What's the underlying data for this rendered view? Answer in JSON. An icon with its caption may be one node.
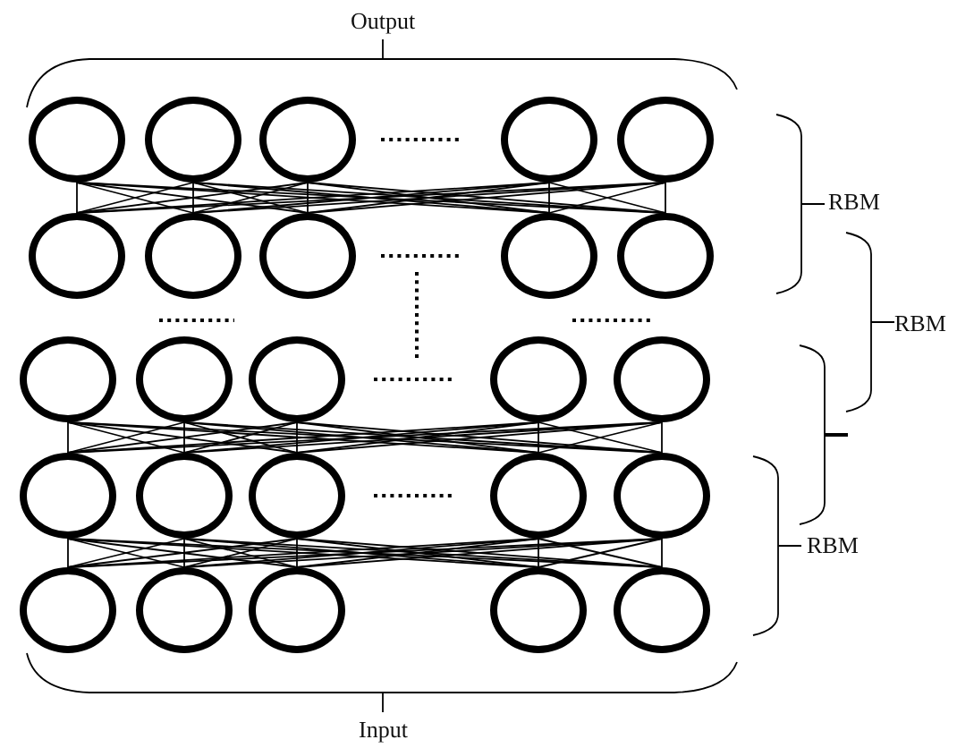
{
  "diagram": {
    "nodes": [
      {
        "text": [],
        "shape": "circle"
      },
      {
        "text": [],
        "shape": "circle"
      },
      {
        "text": [],
        "shape": "circle"
      },
      {
        "text": [],
        "shape": "circle"
      },
      {
        "text": [],
        "shape": "circle"
      },
      {
        "text": [],
        "shape": "circle"
      },
      {
        "text": [],
        "shape": "circle"
      },
      {
        "text": [],
        "shape": "circle"
      },
      {
        "text": [],
        "shape": "circle"
      },
      {
        "text": [],
        "shape": "circle"
      },
      {
        "text": [],
        "shape": "circle"
      },
      {
        "text": [],
        "shape": "circle"
      },
      {
        "text": [],
        "shape": "circle"
      },
      {
        "text": [],
        "shape": "circle"
      },
      {
        "text": [],
        "shape": "circle"
      },
      {
        "text": [],
        "shape": "circle"
      },
      {
        "text": [],
        "shape": "circle"
      },
      {
        "text": [],
        "shape": "circle"
      },
      {
        "text": [],
        "shape": "circle"
      },
      {
        "text": [],
        "shape": "circle"
      },
      {
        "text": [],
        "shape": "circle"
      },
      {
        "text": [],
        "shape": "circle"
      },
      {
        "text": [],
        "shape": "circle"
      },
      {
        "text": [],
        "shape": "circle"
      },
      {
        "text": [],
        "shape": "circle"
      }
    ],
    "edges": [
      {
        "from": 0,
        "to": 5,
        "arrow": "none"
      },
      {
        "from": 0,
        "to": 6,
        "arrow": "none"
      },
      {
        "from": 0,
        "to": 7,
        "arrow": "none"
      },
      {
        "from": 0,
        "to": 8,
        "arrow": "none"
      },
      {
        "from": 0,
        "to": 9,
        "arrow": "none"
      },
      {
        "from": 1,
        "to": 5,
        "arrow": "none"
      },
      {
        "from": 1,
        "to": 6,
        "arrow": "none"
      },
      {
        "from": 1,
        "to": 7,
        "arrow": "none"
      },
      {
        "from": 1,
        "to": 8,
        "arrow": "none"
      },
      {
        "from": 1,
        "to": 9,
        "arrow": "none"
      },
      {
        "from": 2,
        "to": 5,
        "arrow": "none"
      },
      {
        "from": 2,
        "to": 6,
        "arrow": "none"
      },
      {
        "from": 2,
        "to": 7,
        "arrow": "none"
      },
      {
        "from": 2,
        "to": 8,
        "arrow": "none"
      },
      {
        "from": 2,
        "to": 9,
        "arrow": "none"
      },
      {
        "from": 3,
        "to": 5,
        "arrow": "none"
      },
      {
        "from": 3,
        "to": 6,
        "arrow": "none"
      },
      {
        "from": 3,
        "to": 7,
        "arrow": "none"
      },
      {
        "from": 3,
        "to": 8,
        "arrow": "none"
      },
      {
        "from": 3,
        "to": 9,
        "arrow": "none"
      },
      {
        "from": 4,
        "to": 5,
        "arrow": "none"
      },
      {
        "from": 4,
        "to": 6,
        "arrow": "none"
      },
      {
        "from": 4,
        "to": 7,
        "arrow": "none"
      },
      {
        "from": 4,
        "to": 8,
        "arrow": "none"
      },
      {
        "from": 4,
        "to": 9,
        "arrow": "none"
      },
      {
        "from": 10,
        "to": 15,
        "arrow": "none"
      },
      {
        "from": 10,
        "to": 16,
        "arrow": "none"
      },
      {
        "from": 10,
        "to": 17,
        "arrow": "none"
      },
      {
        "from": 10,
        "to": 18,
        "arrow": "none"
      },
      {
        "from": 10,
        "to": 19,
        "arrow": "none"
      },
      {
        "from": 11,
        "to": 15,
        "arrow": "none"
      },
      {
        "from": 11,
        "to": 16,
        "arrow": "none"
      },
      {
        "from": 11,
        "to": 17,
        "arrow": "none"
      },
      {
        "from": 11,
        "to": 18,
        "arrow": "none"
      },
      {
        "from": 11,
        "to": 19,
        "arrow": "none"
      },
      {
        "from": 12,
        "to": 15,
        "arrow": "none"
      },
      {
        "from": 12,
        "to": 16,
        "arrow": "none"
      },
      {
        "from": 12,
        "to": 17,
        "arrow": "none"
      },
      {
        "from": 12,
        "to": 18,
        "arrow": "none"
      },
      {
        "from": 12,
        "to": 19,
        "arrow": "none"
      },
      {
        "from": 13,
        "to": 15,
        "arrow": "none"
      },
      {
        "from": 13,
        "to": 16,
        "arrow": "none"
      },
      {
        "from": 13,
        "to": 17,
        "arrow": "none"
      },
      {
        "from": 13,
        "to": 18,
        "arrow": "none"
      },
      {
        "from": 13,
        "to": 19,
        "arrow": "none"
      },
      {
        "from": 14,
        "to": 15,
        "arrow": "none"
      },
      {
        "from": 14,
        "to": 16,
        "arrow": "none"
      },
      {
        "from": 14,
        "to": 17,
        "arrow": "none"
      },
      {
        "from": 14,
        "to": 18,
        "arrow": "none"
      },
      {
        "from": 14,
        "to": 19,
        "arrow": "none"
      },
      {
        "from": 15,
        "to": 20,
        "arrow": "none"
      },
      {
        "from": 15,
        "to": 21,
        "arrow": "none"
      },
      {
        "from": 15,
        "to": 22,
        "arrow": "none"
      },
      {
        "from": 15,
        "to": 23,
        "arrow": "none"
      },
      {
        "from": 15,
        "to": 24,
        "arrow": "none"
      },
      {
        "from": 16,
        "to": 20,
        "arrow": "none"
      },
      {
        "from": 16,
        "to": 21,
        "arrow": "none"
      },
      {
        "from": 16,
        "to": 22,
        "arrow": "none"
      },
      {
        "from": 16,
        "to": 23,
        "arrow": "none"
      },
      {
        "from": 16,
        "to": 24,
        "arrow": "none"
      },
      {
        "from": 17,
        "to": 20,
        "arrow": "none"
      },
      {
        "from": 17,
        "to": 21,
        "arrow": "none"
      },
      {
        "from": 17,
        "to": 22,
        "arrow": "none"
      },
      {
        "from": 17,
        "to": 23,
        "arrow": "none"
      },
      {
        "from": 17,
        "to": 24,
        "arrow": "none"
      },
      {
        "from": 18,
        "to": 20,
        "arrow": "none"
      },
      {
        "from": 18,
        "to": 21,
        "arrow": "none"
      },
      {
        "from": 18,
        "to": 22,
        "arrow": "none"
      },
      {
        "from": 18,
        "to": 23,
        "arrow": "none"
      },
      {
        "from": 18,
        "to": 24,
        "arrow": "none"
      },
      {
        "from": 19,
        "to": 20,
        "arrow": "none"
      },
      {
        "from": 19,
        "to": 21,
        "arrow": "none"
      },
      {
        "from": 19,
        "to": 22,
        "arrow": "none"
      },
      {
        "from": 19,
        "to": 23,
        "arrow": "none"
      },
      {
        "from": 19,
        "to": 24,
        "arrow": "none"
      }
    ],
    "labels": [
      "Output",
      "RBM",
      "RBM",
      "RBM",
      "Input"
    ]
  }
}
